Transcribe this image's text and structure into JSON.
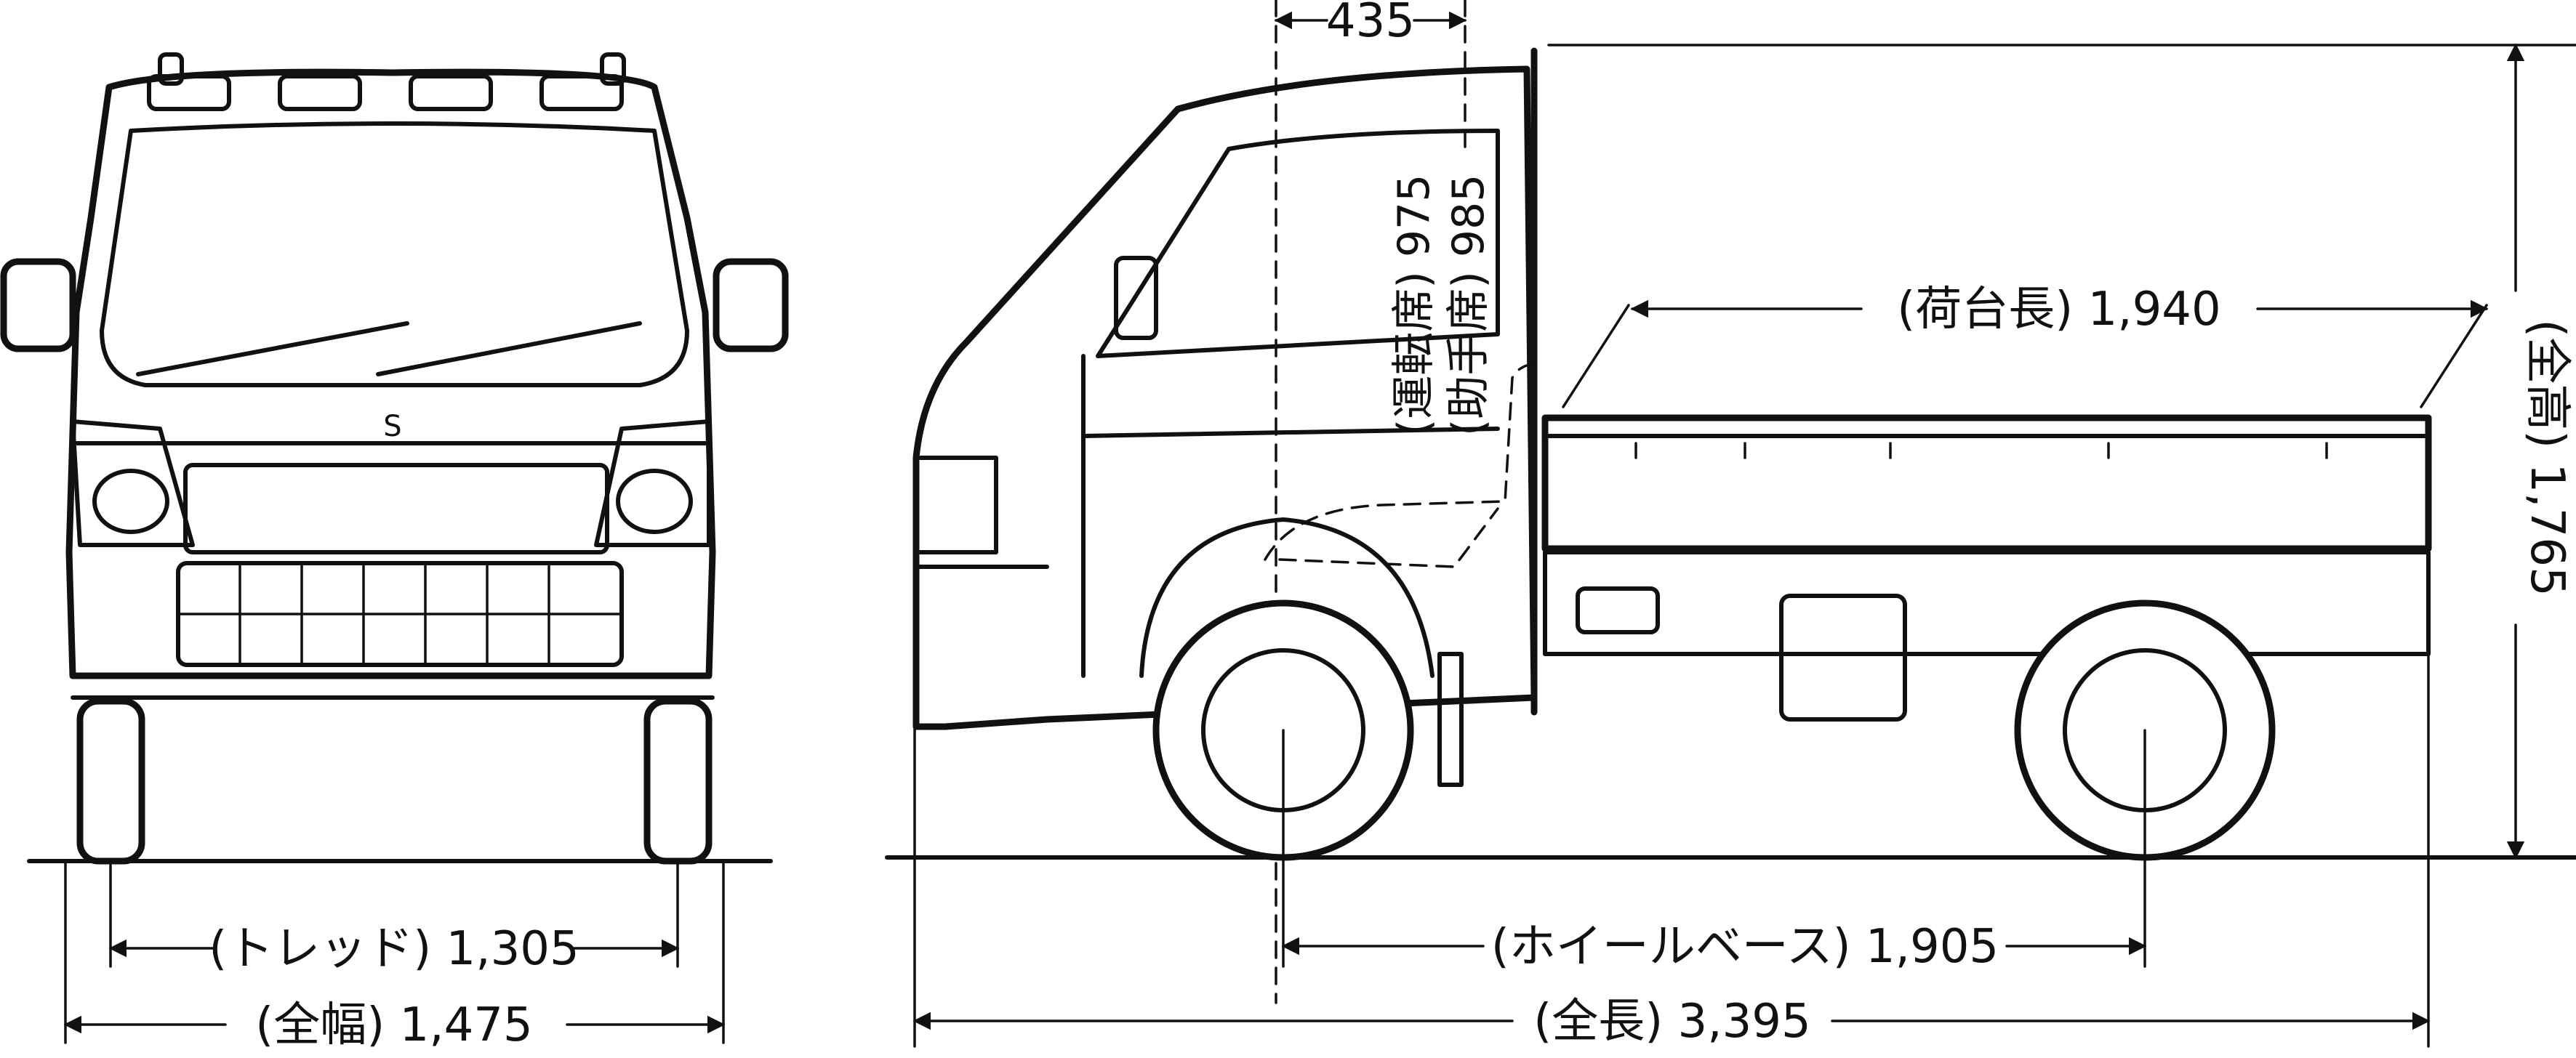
{
  "dimensions": {
    "tread": "(トレッド) 1,305",
    "overall_width": "(全幅) 1,475",
    "wheelbase": "(ホイールベース) 1,905",
    "overall_length": "(全長) 3,395",
    "bed_length": "(荷台長) 1,940",
    "overall_height": "(全高) 1,765",
    "seat_offset": "435",
    "driver_seat_height": "(運転席) 975",
    "passenger_seat_height": "(助手席) 985"
  },
  "colors": {
    "ink": "#111111",
    "paper": "#ffffff"
  }
}
